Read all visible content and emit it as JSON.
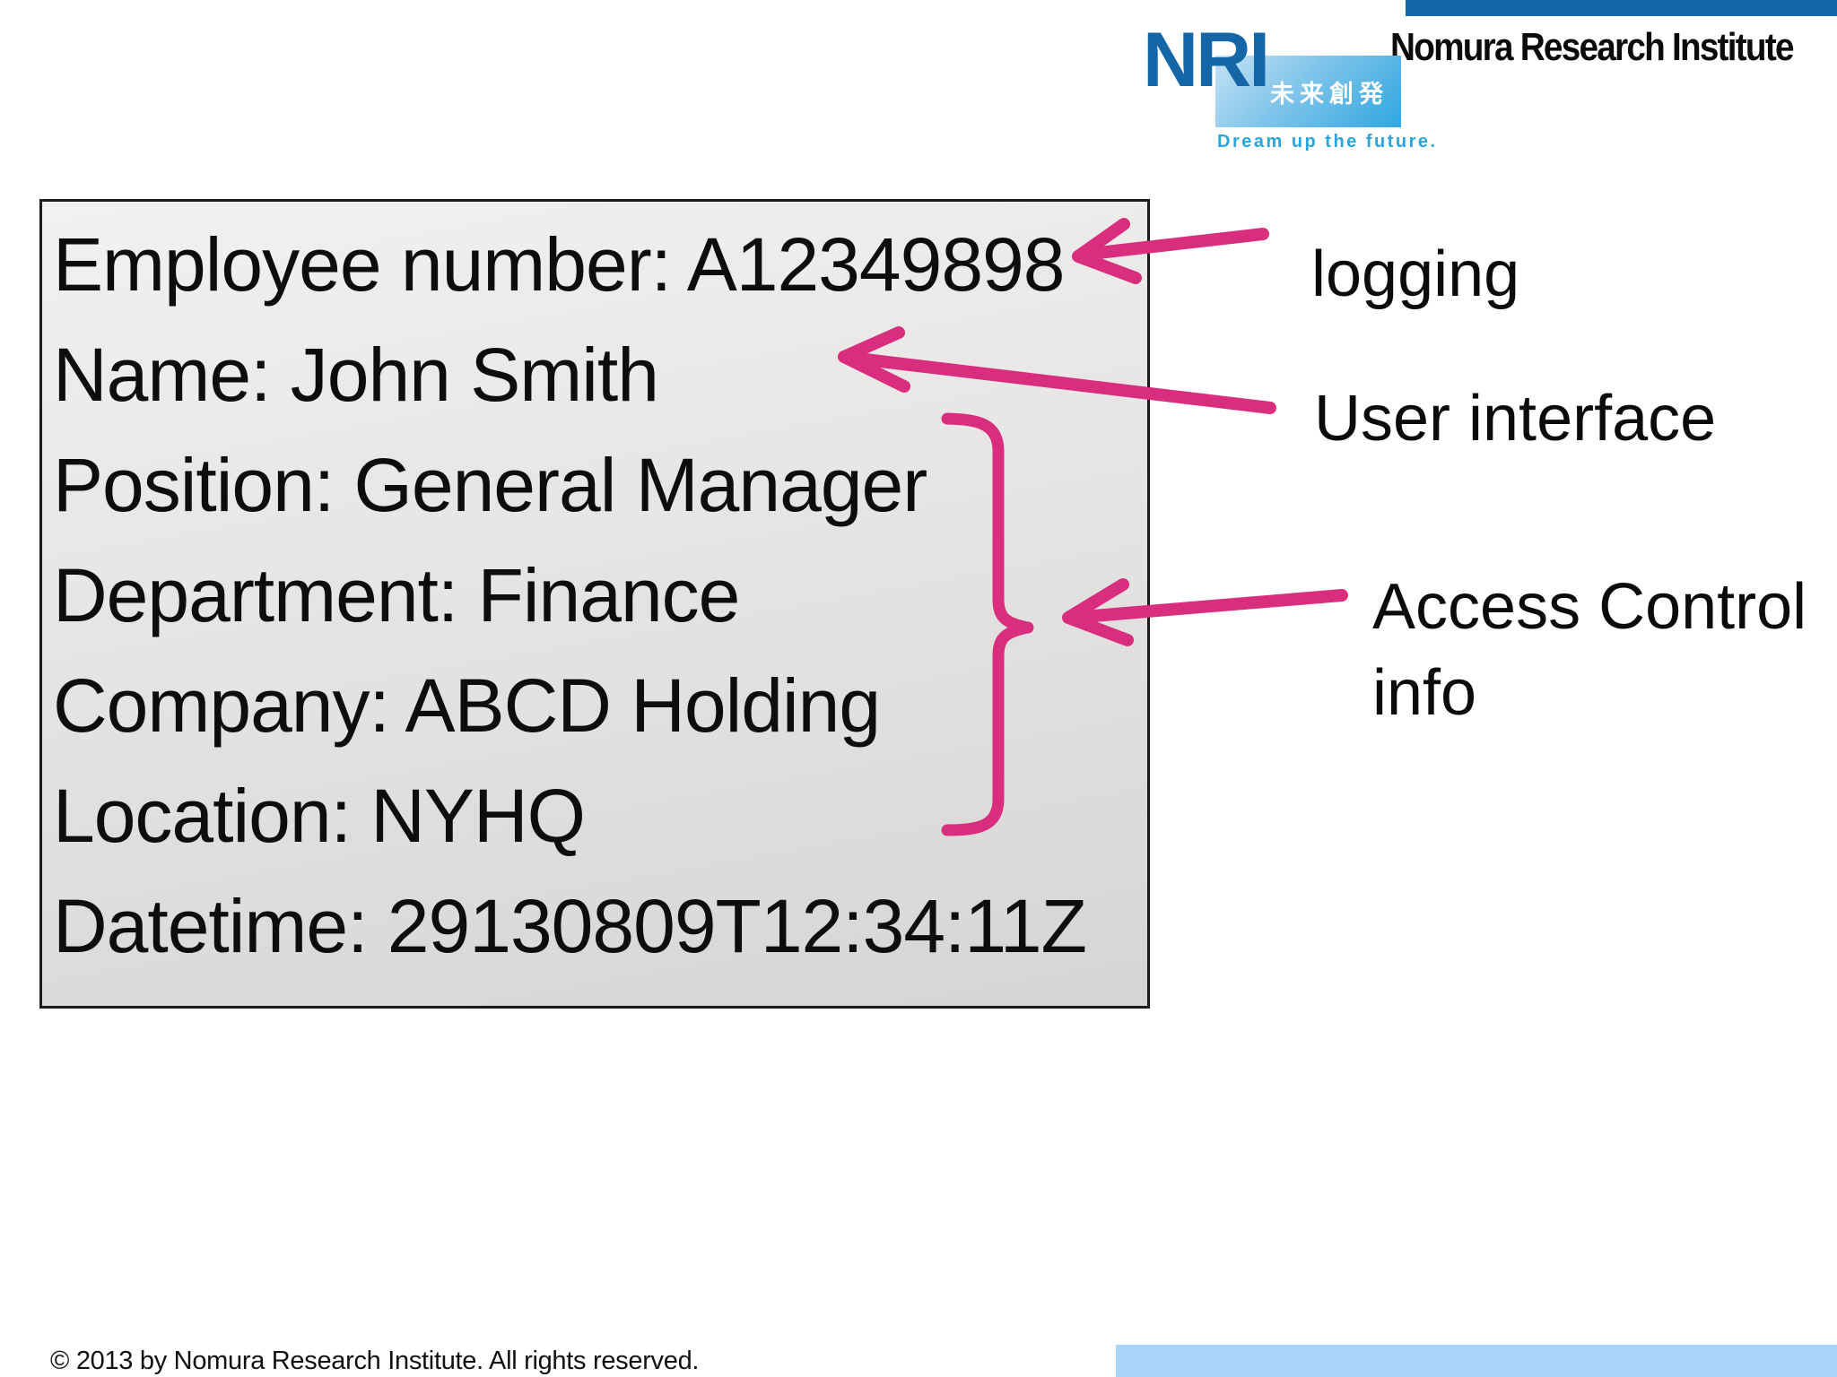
{
  "theme": {
    "brand-blue": "#1466a7",
    "logo-blue": "#2fa7e0",
    "sky-blue": "#29a5dd",
    "pink": "#d92e7d",
    "footer-blue": "#a9d3f8",
    "card-border": "#1b1b1b",
    "card-gray-top": "#f2f1f0",
    "card-gray-bottom": "#d6d5d4"
  },
  "header": {
    "company_name": "Nomura Research Institute",
    "logo": {
      "acronym": "NRI",
      "tagline_jp": "未来創発",
      "tagline_en": "Dream up the future."
    }
  },
  "info_card": {
    "lines": [
      "Employee number: A12349898",
      "Name: John Smith",
      "Position: General Manager",
      "Department: Finance",
      "Company: ABCD Holding",
      "Location: NYHQ",
      "Datetime: 29130809T12:34:11Z"
    ]
  },
  "annotations": {
    "labels": [
      {
        "text": "logging"
      },
      {
        "text": "User interface"
      },
      {
        "text": "Access Control info"
      }
    ],
    "arrows": [
      {
        "label": "logging",
        "points_to": "Employee number line"
      },
      {
        "label": "User interface",
        "points_to": "Name line"
      },
      {
        "label": "Access Control info",
        "points_to": "brace spanning Position through Location"
      }
    ]
  },
  "footer": {
    "copyright": "© 2013 by Nomura Research Institute. All rights reserved."
  }
}
